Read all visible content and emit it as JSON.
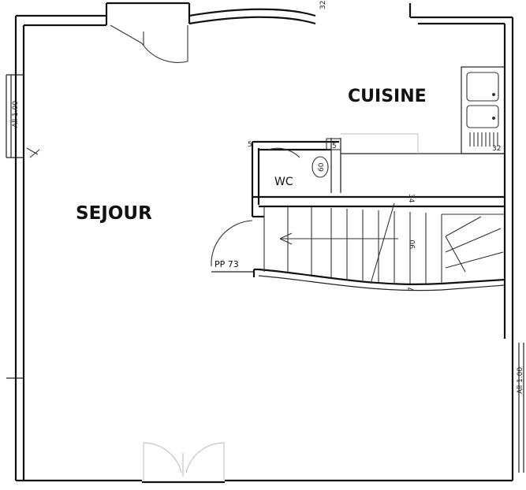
{
  "rooms": {
    "sejour": "SEJOUR",
    "cuisine": "CUISINE",
    "wc": "WC"
  },
  "door_labels": {
    "pp": "PP 73"
  },
  "dimensions": {
    "window_left": "All 1.00",
    "window_right": "All 1.00",
    "top_dim": "32",
    "kitchen_dim": "32",
    "wc_dim_a": "5",
    "wc_dim_b": "5",
    "wc_dim_c": "60",
    "stair_depth": "90",
    "stair_dim": "34",
    "stair_bottom": "7"
  },
  "icons": {
    "sink": "sink-icon",
    "toilet": "toilet-icon",
    "cooktop": "cooktop-icon",
    "stairs": "staircase-icon"
  }
}
